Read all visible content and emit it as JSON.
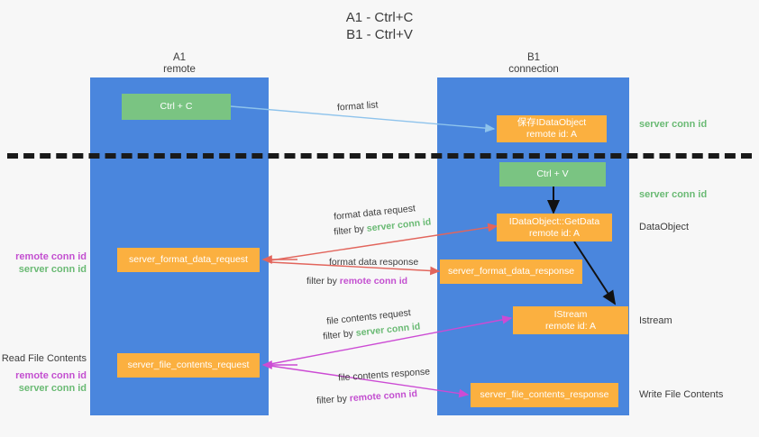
{
  "title": {
    "line1": "A1 - Ctrl+C",
    "line2": "B1 - Ctrl+V"
  },
  "columns": [
    {
      "name": "A1",
      "sub": "remote"
    },
    {
      "name": "B1",
      "sub": "connection"
    }
  ],
  "nodes": {
    "ctrl_c": "Ctrl + C",
    "ctrl_v": "Ctrl + V",
    "save_dataobject_line1": "保存IDataObject",
    "save_dataobject_line2": "remote id: A",
    "getdata_line1": "IDataObject::GetData",
    "getdata_line2": "remote id: A",
    "istream_line1": "IStream",
    "istream_line2": "remote id: A",
    "server_format_data_request": "server_format_data_request",
    "server_format_data_response": "server_format_data_response",
    "server_file_contents_request": "server_file_contents_request",
    "server_file_contents_response": "server_file_contents_response"
  },
  "side_notes": {
    "server_conn_id_top": "server conn id",
    "server_conn_id_mid": "server conn id",
    "dataobject": "DataObject",
    "istream": "Istream",
    "write_file_contents": "Write File Contents"
  },
  "left_notes": {
    "format_remote": "remote conn id",
    "format_server": "server conn id",
    "read_file_contents": "Read File Contents",
    "file_remote": "remote conn id",
    "file_server": "server conn id"
  },
  "edges": {
    "format_list": "format list",
    "format_data_request": "format data request",
    "format_data_request_filter_prefix": "filter by ",
    "format_data_request_filter_value": "server conn id",
    "format_data_response": "format data response",
    "format_data_response_filter_prefix": "filter by ",
    "format_data_response_filter_value": "remote conn id",
    "file_contents_request": "file contents request",
    "file_contents_request_filter_prefix": "filter by ",
    "file_contents_request_filter_value": "server conn id",
    "file_contents_response": "file contents response",
    "file_contents_response_filter_prefix": "filter by ",
    "file_contents_response_filter_value": "remote conn id"
  },
  "colors": {
    "lane": "#4a86dd",
    "green_node": "#7ac482",
    "orange_node": "#fbb040",
    "green_text": "#6aba74",
    "purple_text": "#c34fd0",
    "arrow_blue": "#8ec3ec",
    "arrow_red": "#e2655c",
    "arrow_magenta": "#cc4bd4",
    "arrow_black": "#111111"
  }
}
